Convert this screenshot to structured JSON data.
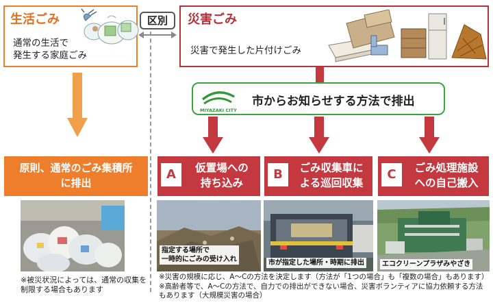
{
  "household": {
    "title": "生活ごみ",
    "desc_line1": "通常の生活で",
    "desc_line2": "発生する家庭ごみ",
    "result_line1": "原則、通常のごみ集積所",
    "result_line2": "に排出",
    "note_line1": "※被災状況によっては、通常の収集を",
    "note_line2": "制限する場合もあります"
  },
  "divider_label": "区別",
  "disaster": {
    "title": "災害ごみ",
    "desc": "災害で発生した片付けごみ"
  },
  "city": {
    "logo_text": "MIYAZAKI CITY",
    "instruction": "市からお知らせする方法で排出"
  },
  "methods": [
    {
      "letter": "A",
      "line1": "仮置場への",
      "line2": "持ち込み",
      "caption_line1": "指定する場所で",
      "caption_line2": "一時的にごみの受け入れ"
    },
    {
      "letter": "B",
      "line1": "ごみ収集車に",
      "line2": "よる巡回収集",
      "caption_line1": "市が指定した場所・時期に排出",
      "caption_line2": ""
    },
    {
      "letter": "C",
      "line1": "ごみ処理施設",
      "line2": "への自己搬入",
      "caption_line1": "エコクリーンプラザみやざき",
      "caption_line2": ""
    }
  ],
  "notes": {
    "line1": "※災害の規模に応じ、A～Cの方法を決定します（方法が「1つの場合」も「複数の場合」もあります）",
    "line2": "※高齢者等で、A～Cの方法で、自力での排出ができない場合、災害ボランティアに協力依頼する方法",
    "line3": "もあります（大規模災害の場合）"
  },
  "colors": {
    "orange": "#ee7d2c",
    "red": "#c4383f",
    "green": "#3aa43e"
  }
}
